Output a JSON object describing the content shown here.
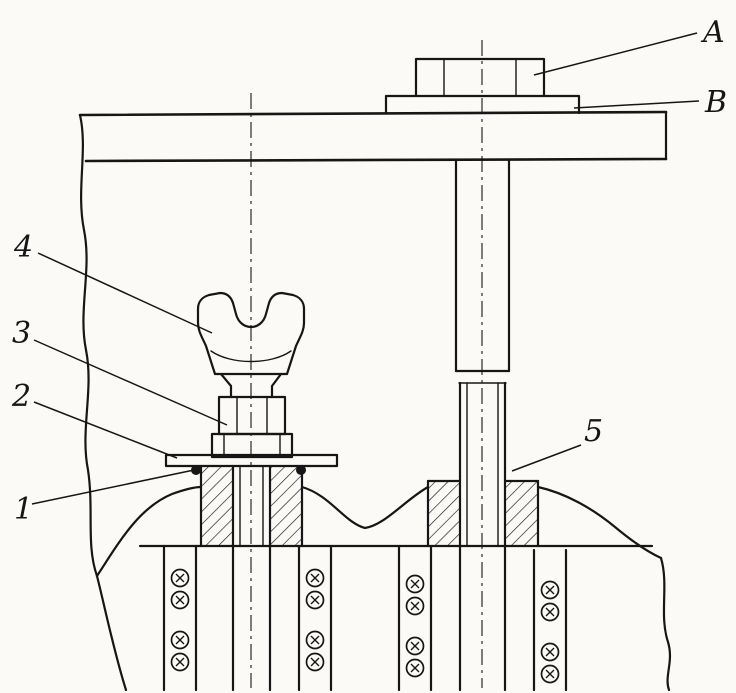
{
  "drawing": {
    "labels": {
      "a": "A",
      "b": "B",
      "n1": "1",
      "n2": "2",
      "n3": "3",
      "n4": "4",
      "n5": "5"
    }
  },
  "colors": {
    "ink": "#161616",
    "paper": "#fbfaf7"
  }
}
